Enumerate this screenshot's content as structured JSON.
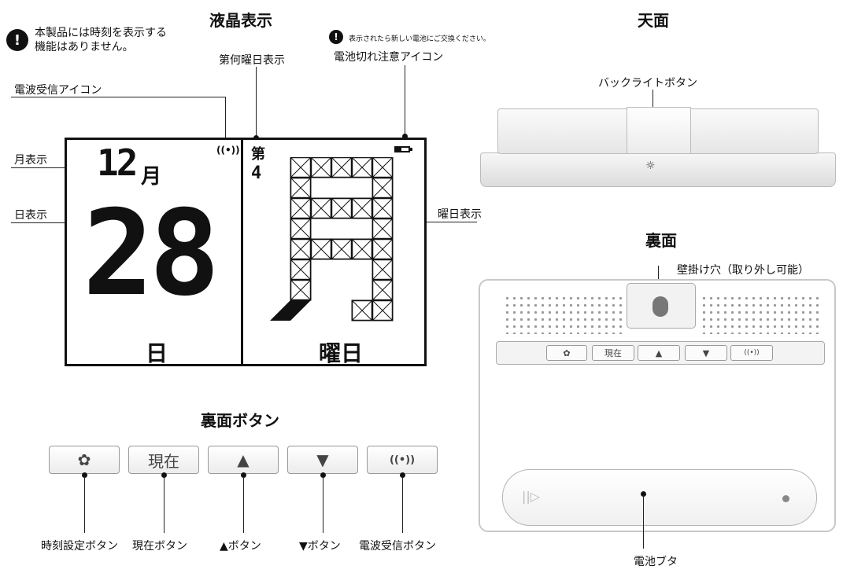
{
  "titles": {
    "lcd": "液晶表示",
    "top": "天面",
    "back": "裏面",
    "back_buttons": "裏面ボタン"
  },
  "notes": {
    "no_time": "本製品には時刻を表示する\n機能はありません。",
    "battery": "表示されたら新しい電池にご交換ください。"
  },
  "lcd_labels": {
    "week_number": "第何曜日表示",
    "battery_icon": "電池切れ注意アイコン",
    "radio_icon": "電波受信アイコン",
    "month": "月表示",
    "day": "日表示",
    "weekday": "曜日表示"
  },
  "lcd": {
    "month_value": "12",
    "month_unit": "月",
    "day_value": "28",
    "day_unit": "日",
    "week_prefix": "第",
    "week_value": "4",
    "weekday_char": "月",
    "weekday_unit": "曜日"
  },
  "top_view": {
    "backlight_label": "バックライトボタン"
  },
  "back_view": {
    "wall_hook_label": "壁掛け穴（取り外し可能）",
    "battery_cover_label": "電池ブタ",
    "mini_buttons": [
      "✿",
      "現在",
      "▲",
      "▼",
      "((•))"
    ]
  },
  "buttons": [
    {
      "icon": "gear-icon",
      "face": "✿",
      "label": "時刻設定ボタン"
    },
    {
      "icon": "",
      "face": "現在",
      "label": "現在ボタン"
    },
    {
      "icon": "up-triangle-icon",
      "face": "▲",
      "label": "▲ボタン"
    },
    {
      "icon": "down-triangle-icon",
      "face": "▼",
      "label": "▼ボタン"
    },
    {
      "icon": "antenna-icon",
      "face": "((•))",
      "label": "電波受信ボタン"
    }
  ]
}
